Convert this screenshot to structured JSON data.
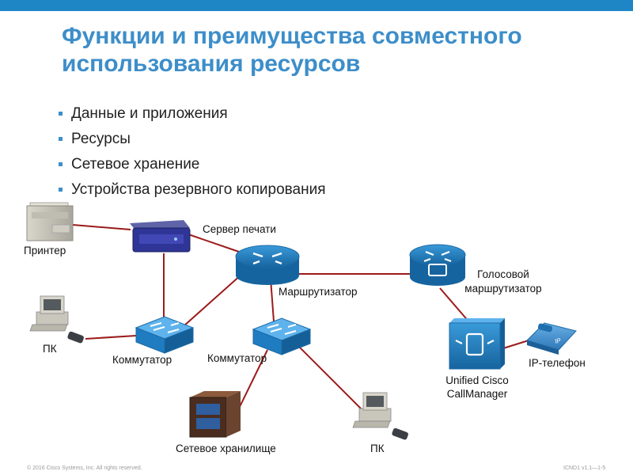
{
  "title": "Функции и преимущества совместного использования ресурсов",
  "bullets": [
    "Данные и приложения",
    "Ресурсы",
    "Сетевое хранение",
    "Устройства резервного копирования"
  ],
  "labels": {
    "printer": "Принтер",
    "print_server": "Сервер печати",
    "pc_left": "ПК",
    "switch_left": "Коммутатор",
    "switch_center": "Коммутатор",
    "router": "Маршрутизатор",
    "voice_router": "Голосовой маршрутизатор",
    "callmanager": "Unified Cisco CallManager",
    "ip_phone": "IP-телефон",
    "storage": "Сетевое хранилище",
    "pc_bottom": "ПК"
  },
  "footer": {
    "left": "© 2016 Cisco Systems, Inc. All rights reserved.",
    "right": "ICND1 v1.1—1-5"
  },
  "colors": {
    "title": "#3d8ec9",
    "top_bar": "#1f86c6",
    "link": "#9b1b1b",
    "cisco_blue": "#1f7cc1"
  }
}
